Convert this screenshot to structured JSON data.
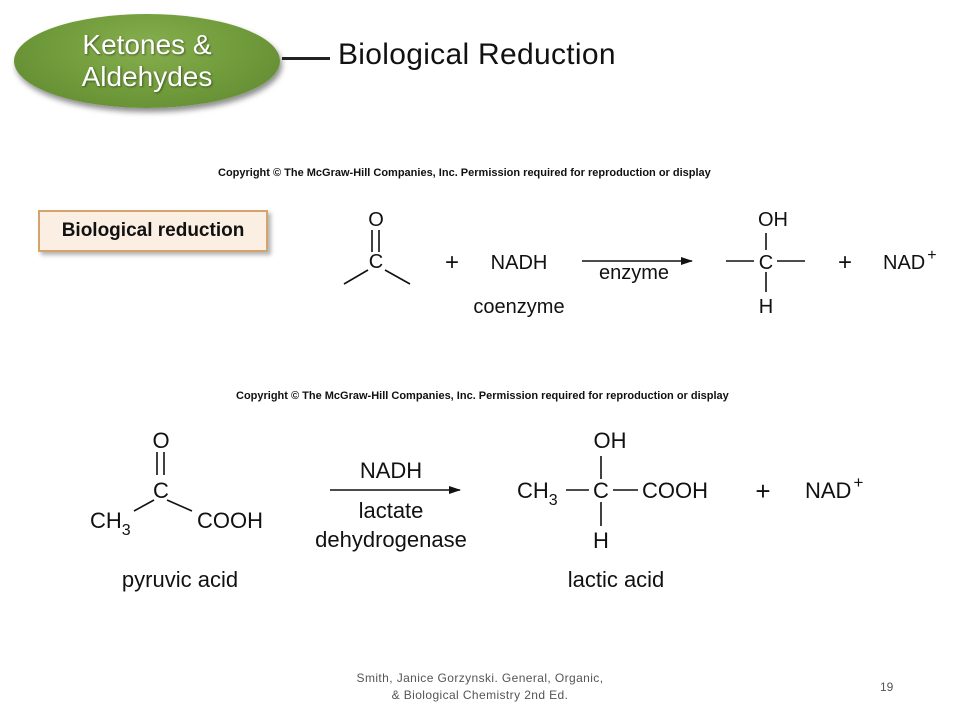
{
  "badge": {
    "line1": "Ketones &",
    "line2": "Aldehydes"
  },
  "title": "Biological Reduction",
  "copyright": "Copyright © The McGraw-Hill Companies, Inc. Permission required for reproduction or display",
  "box_label": "Biological reduction",
  "reaction1": {
    "reactant_o": "O",
    "reactant_c": "C",
    "plus1": "+",
    "reagent": "NADH",
    "reagent_note": "coenzyme",
    "arrow_label": "enzyme",
    "product_oh": "OH",
    "product_c": "C",
    "product_h": "H",
    "plus2": "+",
    "byproduct": "NAD",
    "byproduct_sup": "+"
  },
  "reaction2": {
    "reactant_o": "O",
    "reactant_c": "C",
    "reactant_left": "CH",
    "reactant_left_sub": "3",
    "reactant_right": "COOH",
    "reactant_name": "pyruvic acid",
    "arrow_top": "NADH",
    "arrow_bottom1": "lactate",
    "arrow_bottom2": "dehydrogenase",
    "product_oh": "OH",
    "product_left": "CH",
    "product_left_sub": "3",
    "product_c": "C",
    "product_right": "COOH",
    "product_h": "H",
    "product_name": "lactic acid",
    "plus": "+",
    "byproduct": "NAD",
    "byproduct_sup": "+"
  },
  "footer": {
    "line1": "Smith, Janice Gorzynski. General, Organic,",
    "line2": "& Biological Chemistry 2nd Ed."
  },
  "page_number": "19"
}
